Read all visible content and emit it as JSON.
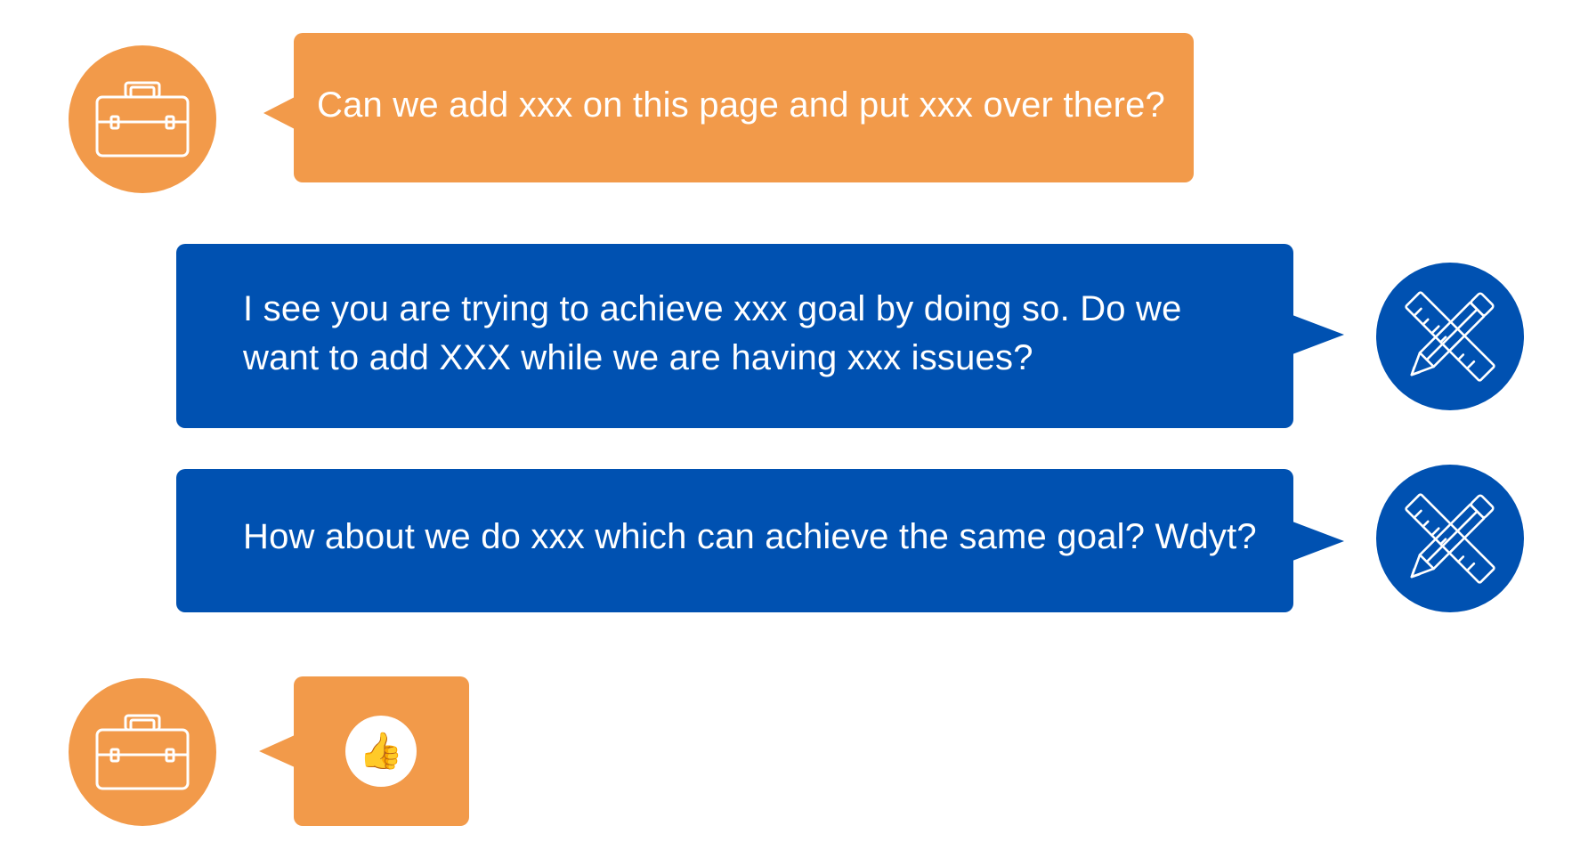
{
  "colors": {
    "stakeholder": "#F29A4A",
    "engineer": "#0051B1",
    "icon_stroke": "#ffffff"
  },
  "messages": [
    {
      "sender": "stakeholder",
      "avatar_icon": "briefcase-icon",
      "text": "Can we add xxx on this page and put xxx over there?"
    },
    {
      "sender": "engineer",
      "avatar_icon": "ruler-pencil-icon",
      "text": "I see you are trying to achieve xxx goal by doing so. Do we\nwant to add XXX while we are having xxx issues?"
    },
    {
      "sender": "engineer",
      "avatar_icon": "ruler-pencil-icon",
      "text": "How about we do xxx which can achieve the same goal? Wdyt?"
    },
    {
      "sender": "stakeholder",
      "avatar_icon": "briefcase-icon",
      "emoji": "👍",
      "emoji_icon": "thumbs-up-icon"
    }
  ]
}
